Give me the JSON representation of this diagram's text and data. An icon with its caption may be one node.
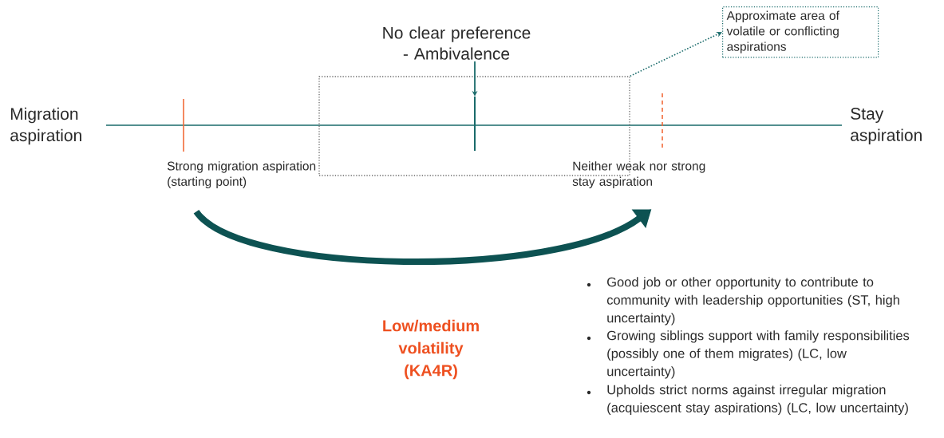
{
  "diagram": {
    "nodes": [
      {
        "text": [
          "No clear preference - Ambivalence"
        ]
      },
      {
        "text": [],
        "shape": "box"
      },
      {
        "text": [],
        "shape": "bar",
        "in": 1
      },
      {
        "text": [
          "Approximate area of volatile or conflicting aspirations"
        ]
      },
      {
        "text": [
          "Strong migration aspiration (starting point)"
        ]
      },
      {
        "text": [
          "Neither weak nor strong stay aspiration"
        ]
      }
    ],
    "edges": [
      {
        "from": 0,
        "to": 2,
        "arrow": "to"
      },
      {
        "from": 1,
        "to": 3,
        "arrow": "to",
        "style": "dashed"
      },
      {
        "from": 4,
        "to": 5,
        "arrow": "to",
        "style": "thick"
      }
    ],
    "labels": [
      "Migration aspiration",
      "Stay aspiration",
      "Low/medium volatility (KA4R)",
      "Good job or other opportunity to contribute to community with leadership opportunities (ST, high uncertainty)",
      "Growing siblings support with family responsibilities (possibly one of them migrates) (LC, low uncertainty)",
      "Upholds strict norms against irregular migration (acquiescent stay aspirations) (LC, low uncertainty)"
    ]
  }
}
